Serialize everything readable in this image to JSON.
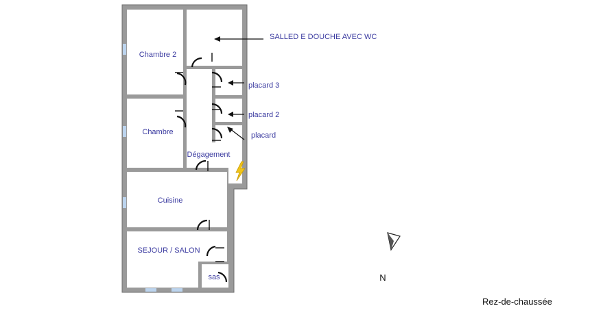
{
  "colors": {
    "wall": "#9a9a9a",
    "wall_edge": "#6e6e6e",
    "floor": "#ffffff",
    "label": "#3b3ba0",
    "door": "#111111",
    "arrow": "#111111",
    "bolt": "#f0c419",
    "bolt_edge": "#c99a00",
    "window": "#bcd4ee"
  },
  "rooms": {
    "chambre_2": "Chambre 2",
    "chambre": "Chambre",
    "degagement": "Dégagement",
    "cuisine": "Cuisine",
    "sejour_salon": "SEJOUR / SALON",
    "sas": "sas"
  },
  "annotations": {
    "salle_douche": "SALLED E DOUCHE AVEC WC",
    "placard_3": "placard 3",
    "placard_2": "placard 2",
    "placard": "placard"
  },
  "compass": {
    "north_label": "N",
    "icon": "north-arrow-icon"
  },
  "level": {
    "name": "Rez-de-chaussée"
  },
  "icons": {
    "electric_panel": "lightning-bolt-icon"
  }
}
